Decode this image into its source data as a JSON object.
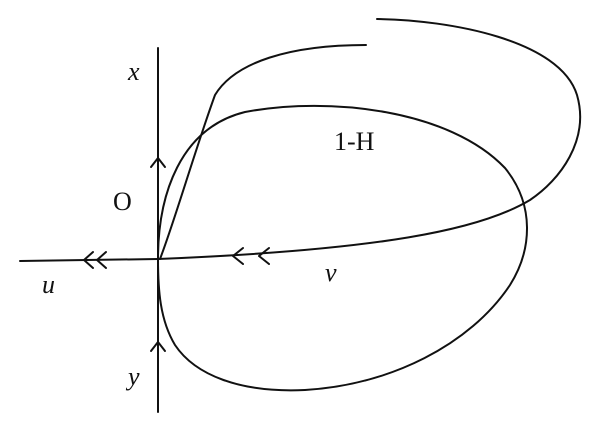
{
  "labels": {
    "x": "x",
    "y": "y",
    "u": "u",
    "v": "v",
    "origin": "O",
    "orbit": "1-H"
  }
}
